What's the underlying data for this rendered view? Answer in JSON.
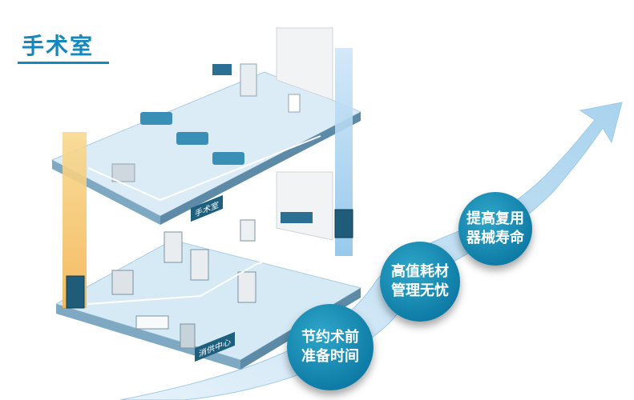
{
  "page": {
    "title": "手术室"
  },
  "floors": {
    "upper_label": "手术室",
    "lower_label": "消供中心"
  },
  "benefits": [
    {
      "line1": "节约术前",
      "line2": "准备时间"
    },
    {
      "line1": "高值耗材",
      "line2": "管理无忧"
    },
    {
      "line1": "提高复用",
      "line2": "器械寿命"
    }
  ],
  "colors": {
    "accent": "#1487bd",
    "bubble": "#0f7da7",
    "arrow": "#bfe0f2",
    "floor": "#dcecf6",
    "orange_pillar": "#f4c46b"
  }
}
